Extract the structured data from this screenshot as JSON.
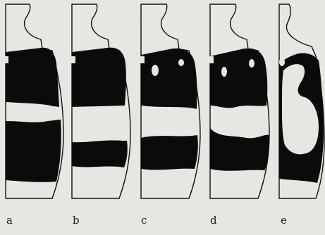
{
  "figure": {
    "panels": [
      {
        "label": "a"
      },
      {
        "label": "b"
      },
      {
        "label": "c"
      },
      {
        "label": "d"
      },
      {
        "label": "e"
      }
    ],
    "colors": {
      "background": "#e6e6e3",
      "outline": "#111111",
      "fill": "#0b0b0b",
      "label": "#1a1a1a"
    }
  }
}
